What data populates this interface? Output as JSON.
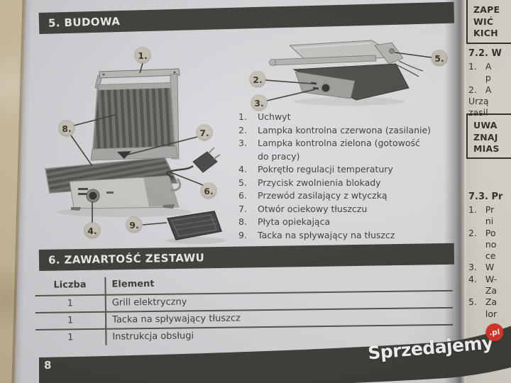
{
  "left_page": {
    "section_budowa": "5. BUDOWA",
    "parts": [
      {
        "num": "1.",
        "label": "Uchwyt"
      },
      {
        "num": "2.",
        "label": "Lampka kontrolna czerwona (zasilanie)"
      },
      {
        "num": "3.",
        "label": "Lampka kontrolna zielona (gotowość",
        "label2": "do pracy)"
      },
      {
        "num": "4.",
        "label": "Pokrętło regulacji temperatury"
      },
      {
        "num": "5.",
        "label": "Przycisk zwolnienia blokady"
      },
      {
        "num": "6.",
        "label": "Przewód zasilający z wtyczką"
      },
      {
        "num": "7.",
        "label": "Otwór ociekowy tłuszczu"
      },
      {
        "num": "8.",
        "label": "Płyta opiekająca"
      },
      {
        "num": "9.",
        "label": "Tacka na spływający na tłuszcz"
      }
    ],
    "markers": {
      "m1": "1.",
      "m2": "2.",
      "m3": "3.",
      "m4": "4.",
      "m5": "5.",
      "m6": "6.",
      "m7": "7.",
      "m8": "8.",
      "m9": "9."
    },
    "section_zawartosc": "6. ZAWARTOŚĆ ZESTAWU",
    "table": {
      "col_qty": "Liczba",
      "col_item": "Element",
      "rows": [
        {
          "qty": "1",
          "item": "Grill elektryczny"
        },
        {
          "qty": "1",
          "item": "Tacka na spływający tłuszcz"
        },
        {
          "qty": "1",
          "item": "Instrukcja obsługi"
        }
      ]
    },
    "page_number": "8"
  },
  "right_page": {
    "warning_box_1": [
      "ZAPE",
      "WIĆ",
      "KICH"
    ],
    "heading_7_2": "7.2. W",
    "lines_7_2": [
      "1.   A",
      "      p",
      "2.   A",
      "Urzą",
      "zasil"
    ],
    "warning_box_2": [
      "UWA",
      "ZNAJ",
      "MIAS"
    ],
    "heading_7_3": "7.3. Pr",
    "lines_7_3": [
      "1.   Pr",
      "      ni",
      "2.   Po",
      "      no",
      "      ce",
      "3.   W",
      "4.   W-",
      "      Za",
      "5.   Za",
      "      lor"
    ]
  },
  "watermark": {
    "brand": "Sprzedajemy",
    "tld": ".pl",
    "accent_color": "#e03428"
  },
  "colors": {
    "band": "#3d3c37",
    "paper": "#d8d8dc",
    "ink": "#3c3a34",
    "marker_fill": "#c6c0b2",
    "table_surface": "#c8ba99"
  }
}
